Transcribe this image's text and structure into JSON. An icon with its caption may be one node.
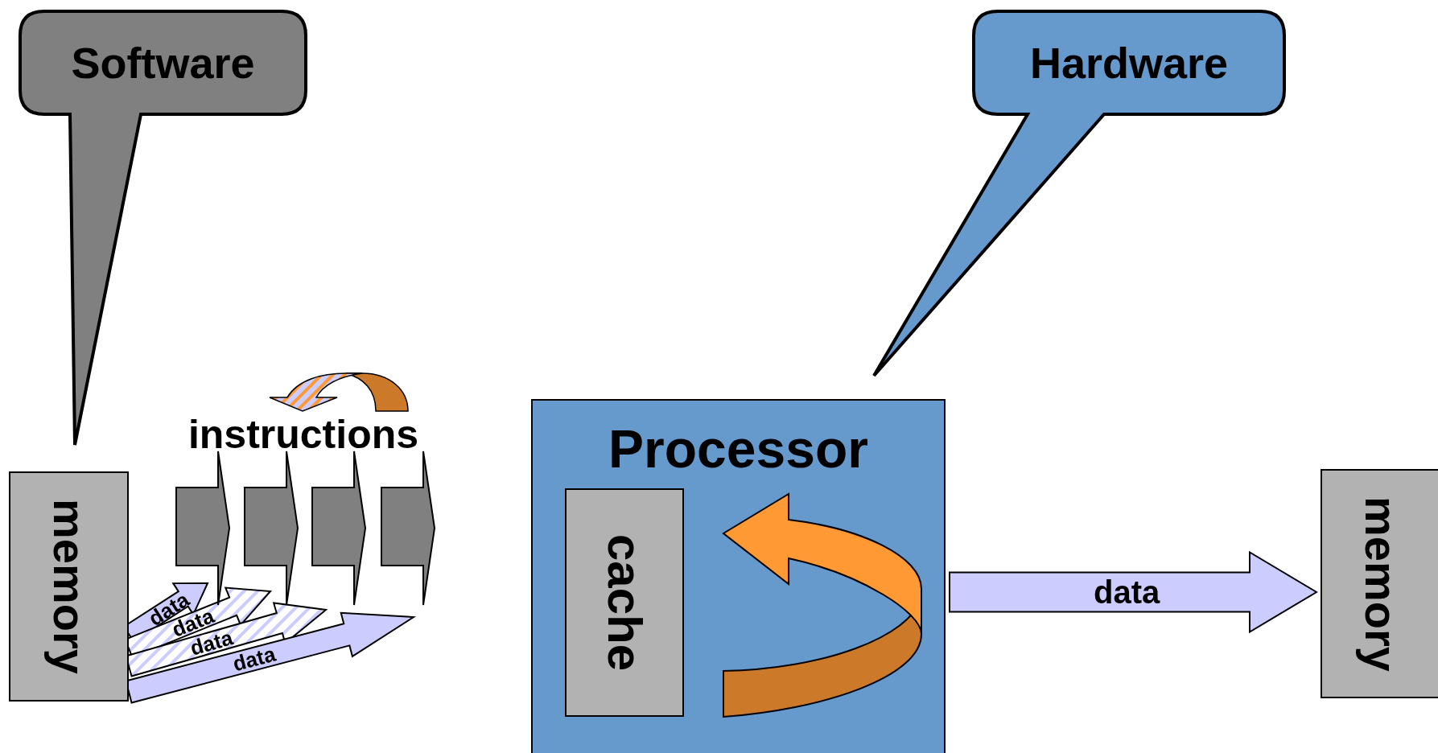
{
  "diagram": {
    "nodes": [
      {
        "text": [
          "Software"
        ]
      },
      {
        "text": [
          "Hardware"
        ]
      },
      {
        "text": [
          "memory"
        ]
      },
      {
        "text": [],
        "shape": "chevron"
      },
      {
        "text": [],
        "shape": "chevron"
      },
      {
        "text": [],
        "shape": "chevron"
      },
      {
        "text": [],
        "shape": "chevron"
      },
      {
        "text": [
          "Processor"
        ]
      },
      {
        "text": [
          "cache"
        ],
        "in": 7
      },
      {
        "text": [
          "memory"
        ]
      }
    ],
    "edges": [
      {
        "from": 2,
        "to": null,
        "arrow": "to",
        "label": "data"
      },
      {
        "from": 2,
        "to": null,
        "arrow": "to",
        "label": "data"
      },
      {
        "from": 2,
        "to": null,
        "arrow": "to",
        "label": "data"
      },
      {
        "from": 2,
        "to": null,
        "arrow": "to",
        "label": "data"
      },
      {
        "from": 7,
        "to": 9,
        "arrow": "to",
        "label": "data"
      }
    ],
    "labels": [
      "instructions"
    ]
  }
}
